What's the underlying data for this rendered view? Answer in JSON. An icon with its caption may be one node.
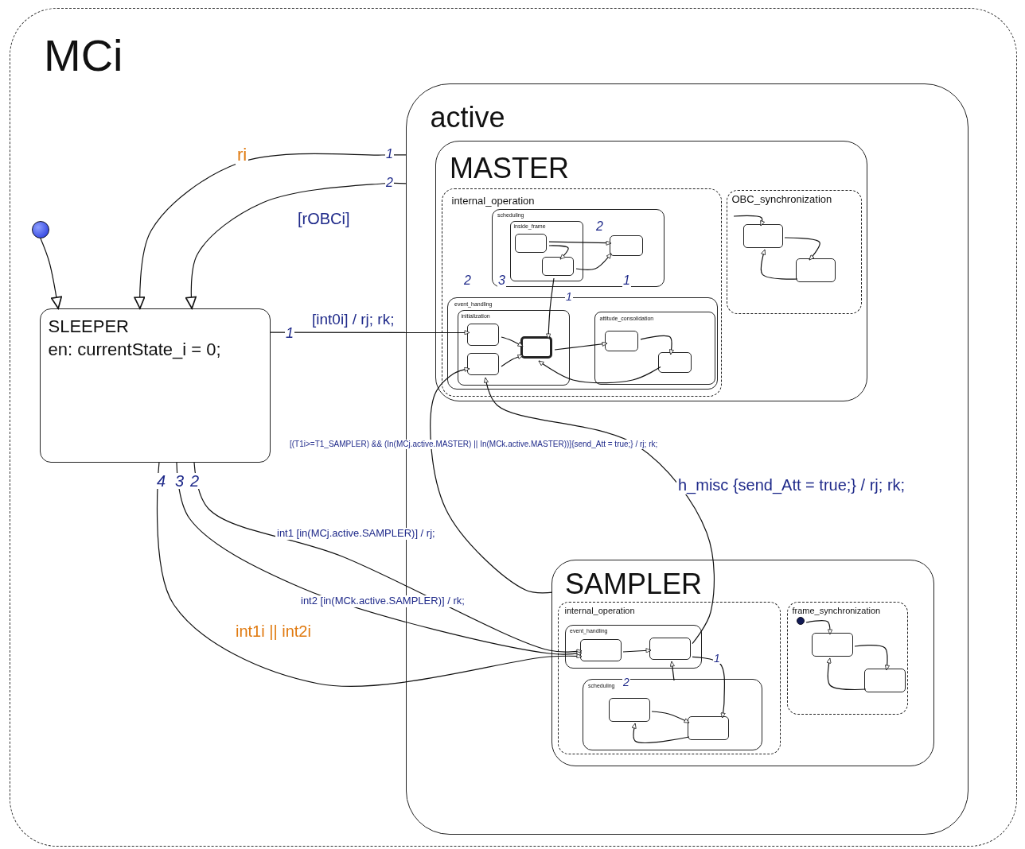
{
  "diagram": {
    "nodes": [
      {
        "text": [
          "MCi"
        ]
      },
      {
        "text": [
          "active"
        ],
        "in": 0
      },
      {
        "text": [
          "MASTER"
        ],
        "in": 1
      },
      {
        "text": [
          "internal_operation"
        ],
        "in": 2
      },
      {
        "text": [
          "scheduling"
        ],
        "in": 3
      },
      {
        "text": [
          "inside_frame"
        ],
        "in": 4
      },
      {
        "text": [],
        "shape": "box",
        "in": 5
      },
      {
        "text": [],
        "shape": "box",
        "in": 5
      },
      {
        "text": [],
        "shape": "box",
        "in": 4
      },
      {
        "text": [
          "event_handling"
        ],
        "in": 3
      },
      {
        "text": [
          "initialization"
        ],
        "in": 9
      },
      {
        "text": [],
        "shape": "box",
        "in": 10
      },
      {
        "text": [],
        "shape": "box",
        "in": 10
      },
      {
        "text": [],
        "shape": "box",
        "in": 10
      },
      {
        "text": [
          "attitude_consolidation"
        ],
        "in": 9
      },
      {
        "text": [],
        "shape": "box",
        "in": 14
      },
      {
        "text": [],
        "shape": "box",
        "in": 14
      },
      {
        "text": [
          "OBC_synchronization"
        ],
        "in": 2
      },
      {
        "text": [],
        "shape": "box",
        "in": 17
      },
      {
        "text": [],
        "shape": "box",
        "in": 17
      },
      {
        "text": [
          "SAMPLER"
        ],
        "in": 1
      },
      {
        "text": [
          "internal_operation"
        ],
        "in": 20
      },
      {
        "text": [
          "event_handling"
        ],
        "in": 21
      },
      {
        "text": [],
        "shape": "box",
        "in": 22
      },
      {
        "text": [],
        "shape": "box",
        "in": 22
      },
      {
        "text": [
          "scheduling"
        ],
        "in": 21
      },
      {
        "text": [],
        "shape": "box",
        "in": 25
      },
      {
        "text": [],
        "shape": "box",
        "in": 25
      },
      {
        "text": [
          "frame_synchronization"
        ],
        "in": 20
      },
      {
        "text": [],
        "shape": "box",
        "in": 28
      },
      {
        "text": [],
        "shape": "box",
        "in": 28
      },
      {
        "text": [
          "SLEEPER",
          "en: currentState_i = 0;"
        ],
        "in": 0
      },
      {
        "text": [],
        "shape": "circle",
        "in": 0
      },
      {
        "text": [],
        "shape": "circle",
        "in": 28
      }
    ],
    "edges": [
      {
        "from": 32,
        "to": 31,
        "arrow": "to"
      },
      {
        "from": 1,
        "to": 31,
        "arrow": "to",
        "label": "ri"
      },
      {
        "from": 1,
        "to": 31,
        "arrow": "to",
        "label": "[rOBCi]"
      },
      {
        "from": 31,
        "to": 11,
        "arrow": "to",
        "label": "[int0i] / rj; rk;"
      },
      {
        "from": 31,
        "to": 23,
        "arrow": "to",
        "label": "int1 [in(MCj.active.SAMPLER)] / rj;"
      },
      {
        "from": 31,
        "to": 23,
        "arrow": "to",
        "label": "int2 [in(MCk.active.SAMPLER)] / rk;"
      },
      {
        "from": 31,
        "to": 23,
        "arrow": "to",
        "label": "int1i || int2i"
      },
      {
        "from": 24,
        "to": 12,
        "arrow": "to",
        "label": "h_misc {send_Att = true;} / rj; rk;"
      },
      {
        "from": 20,
        "to": 12,
        "arrow": "to",
        "label": "[(T1i>=T1_SAMPLER) && (In(MCj.active.MASTER) || In(MCk.active.MASTER))]{send_Att = true;} / rj; rk;"
      },
      {
        "from": 6,
        "to": 7,
        "arrow": "to"
      },
      {
        "from": 7,
        "to": 8,
        "arrow": "to"
      },
      {
        "from": 6,
        "to": 8,
        "arrow": "to"
      },
      {
        "from": 7,
        "to": 13,
        "arrow": "to"
      },
      {
        "from": 11,
        "to": 13,
        "arrow": "to"
      },
      {
        "from": 12,
        "to": 13,
        "arrow": "to"
      },
      {
        "from": 13,
        "to": 15,
        "arrow": "to"
      },
      {
        "from": 15,
        "to": 16,
        "arrow": "to"
      },
      {
        "from": 16,
        "to": 13,
        "arrow": "to"
      },
      {
        "from": null,
        "to": 18,
        "arrow": "to"
      },
      {
        "from": 18,
        "to": 19,
        "arrow": "to"
      },
      {
        "from": 19,
        "to": 18,
        "arrow": "to"
      },
      {
        "from": 23,
        "to": 24,
        "arrow": "to"
      },
      {
        "from": 24,
        "to": 27,
        "arrow": "to"
      },
      {
        "from": 26,
        "to": 27,
        "arrow": "to"
      },
      {
        "from": 27,
        "to": 26,
        "arrow": "to"
      },
      {
        "from": 33,
        "to": 29,
        "arrow": "to"
      },
      {
        "from": 29,
        "to": 30,
        "arrow": "to"
      },
      {
        "from": 30,
        "to": 29,
        "arrow": "to"
      },
      {
        "from": 25,
        "to": 24,
        "arrow": "to"
      }
    ],
    "labels": [
      "1",
      "1",
      "2",
      "4",
      "3",
      "2",
      "2",
      "2",
      "3",
      "1",
      "1",
      "1",
      "2"
    ]
  }
}
